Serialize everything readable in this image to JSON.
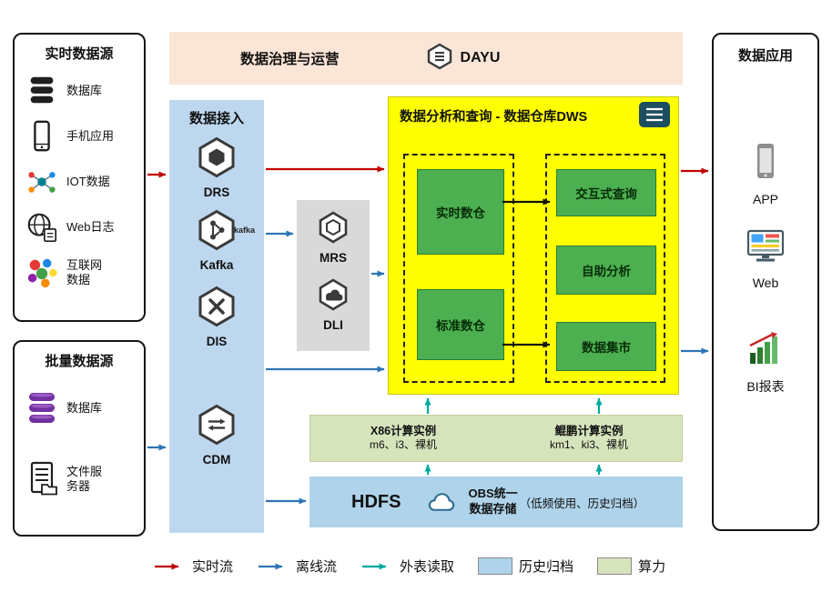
{
  "realtime_sources": {
    "title": "实时数据源",
    "items": [
      {
        "icon": "database-icon",
        "label": "数据库"
      },
      {
        "icon": "mobile-app-icon",
        "label": "手机应用"
      },
      {
        "icon": "iot-icon",
        "label": "IOT数据"
      },
      {
        "icon": "web-log-icon",
        "label": "Web日志"
      },
      {
        "icon": "internet-data-icon",
        "label": "互联网数据"
      }
    ]
  },
  "batch_sources": {
    "title": "批量数据源",
    "items": [
      {
        "icon": "purple-database-icon",
        "label": "数据库"
      },
      {
        "icon": "file-server-icon",
        "label": "文件服务器"
      }
    ]
  },
  "governance": {
    "title": "数据治理与运营",
    "brand": "DAYU"
  },
  "ingestion": {
    "title": "数据接入",
    "services": [
      {
        "name": "DRS"
      },
      {
        "name": "Kafka",
        "mini": "kafka"
      },
      {
        "name": "DIS"
      },
      {
        "name": "CDM"
      }
    ]
  },
  "processing": {
    "services": [
      {
        "name": "MRS"
      },
      {
        "name": "DLI"
      }
    ]
  },
  "dws": {
    "title": "数据分析和查询 - 数据仓库DWS",
    "left_group": [
      "实时数仓",
      "标准数仓"
    ],
    "right_group": [
      "交互式查询",
      "自助分析",
      "数据集市"
    ]
  },
  "compute": {
    "x86_title": "X86计算实例",
    "x86_sub": "m6、i3、裸机",
    "kunpeng_title": "鲲鹏计算实例",
    "kunpeng_sub": "km1、ki3、裸机"
  },
  "storage": {
    "hdfs": "HDFS",
    "obs_line1": "OBS统一",
    "obs_line2": "数据存储",
    "note": "（低频使用、历史归档）"
  },
  "applications": {
    "title": "数据应用",
    "items": [
      {
        "icon": "app-phone-icon",
        "label": "APP"
      },
      {
        "icon": "web-monitor-icon",
        "label": "Web"
      },
      {
        "icon": "bi-report-icon",
        "label": "BI报表"
      }
    ]
  },
  "legend": {
    "realtime": "实时流",
    "offline": "离线流",
    "external": "外表读取",
    "archive": "历史归档",
    "compute": "算力"
  },
  "colors": {
    "realtime_flow": "#c00000",
    "offline_flow": "#2e75b6",
    "external_read": "#00a99d",
    "archive_bg": "#aed3ea",
    "compute_bg": "#d6e4bc",
    "dws_bg": "#ffff00",
    "ingestion_bg": "#bdd7ee",
    "governance_bg": "#fbe5d6",
    "processing_bg": "#d9d9d9",
    "green_box": "#4caf50"
  }
}
